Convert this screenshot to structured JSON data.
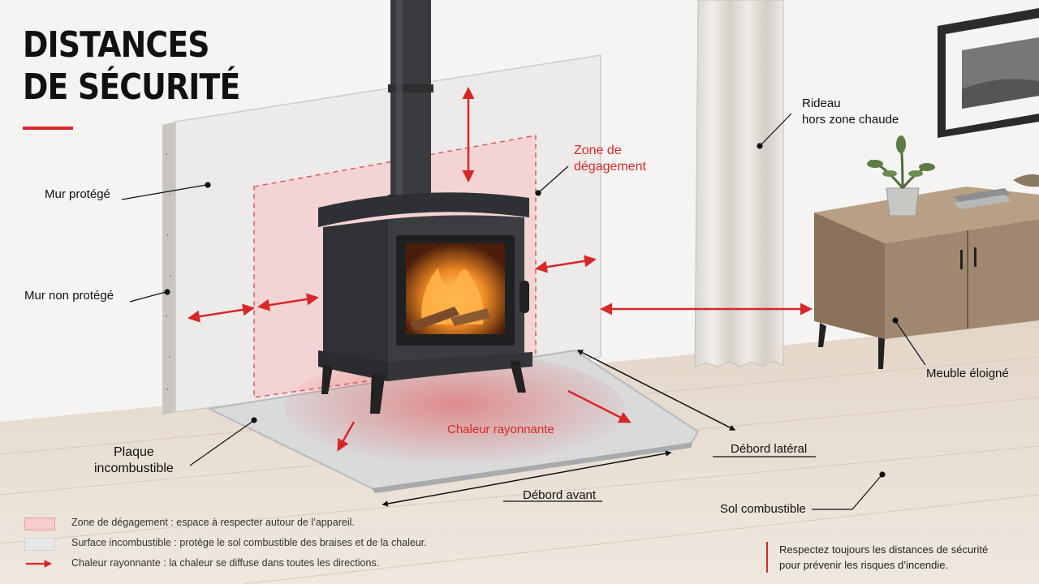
{
  "title": {
    "line1": "DISTANCES",
    "line2": "DE SÉCURITÉ"
  },
  "labels": {
    "mur_protege": "Mur protégé",
    "mur_non_protege": "Mur non protégé",
    "zone_degagement": {
      "line1": "Zone de",
      "line2": "dégagement"
    },
    "rideau": {
      "line1": "Rideau",
      "line2": "hors zone chaude"
    },
    "meuble_eloigne": "Meuble éloigné",
    "chaleur_rayonnante": "Chaleur rayonnante",
    "plaque": {
      "line1": "Plaque",
      "line2": "incombustible"
    },
    "debord_lateral": "Débord latéral",
    "debord_avant": "Débord avant",
    "sol_combustible": "Sol combustible"
  },
  "legend": [
    {
      "swatch": "zone",
      "text": "Zone de dégagement : espace à respecter autour de l’appareil."
    },
    {
      "swatch": "surface",
      "text": "Surface incombustible : protège le sol combustible des braises et de la chaleur."
    },
    {
      "swatch": "arrow",
      "text": "Chaleur rayonnante : la chaleur se diffuse dans toutes les directions."
    }
  ],
  "note": {
    "line1": "Respectez toujours les distances de sécurité",
    "line2": "pour prévenir les risques d’incendie."
  },
  "colors": {
    "accent_red": "#d62828",
    "zone_fill": "#f6cccc",
    "stove": "#3b3d40",
    "hearth_plate": "#d9dadc",
    "wall_panel": "#ecebe9",
    "floor": "#e8dfd4",
    "cabinet": "#9a8168"
  },
  "icons": {
    "stove": "wood-stove-illustration",
    "fire": "flame-icon",
    "plant": "potted-plant-icon",
    "frame": "framed-picture-icon"
  }
}
